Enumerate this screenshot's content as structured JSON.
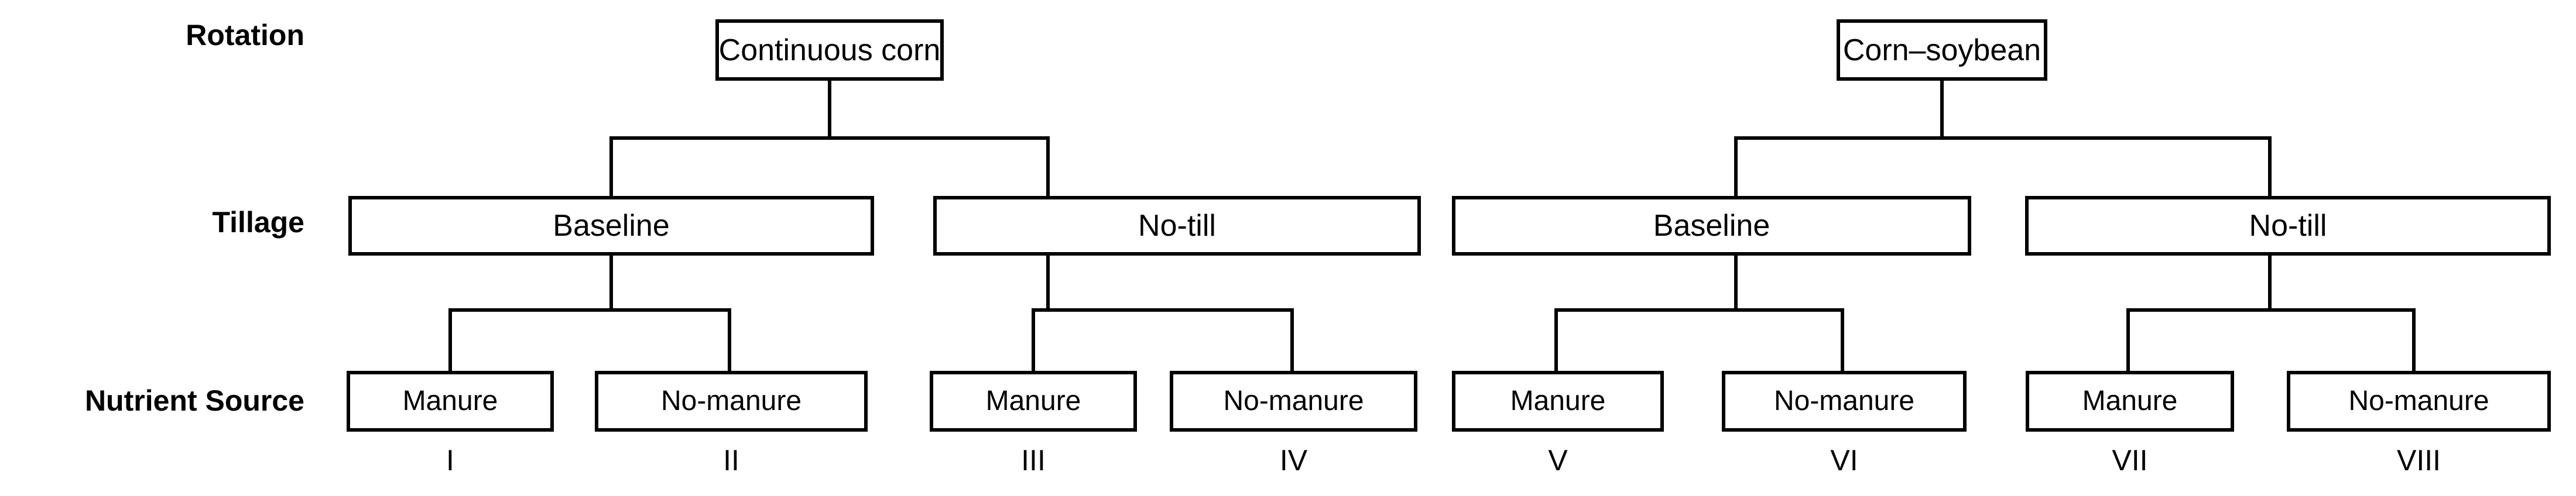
{
  "figure": {
    "type": "factorial-treatment-design-tree",
    "row_labels": [
      {
        "id": "rotation",
        "label": "Rotation"
      },
      {
        "id": "tillage",
        "label": "Tillage"
      },
      {
        "id": "nutrient-source",
        "label": "Nutrient Source"
      }
    ],
    "levels": {
      "rotation": [
        {
          "id": "continuous-corn",
          "label": "Continuous corn"
        },
        {
          "id": "corn-soybean",
          "label": "Corn–soybean"
        }
      ],
      "tillage": [
        {
          "id": "cc-baseline",
          "label": "Baseline",
          "parent": "continuous-corn"
        },
        {
          "id": "cc-no-till",
          "label": "No-till",
          "parent": "continuous-corn"
        },
        {
          "id": "cs-baseline",
          "label": "Baseline",
          "parent": "corn-soybean"
        },
        {
          "id": "cs-no-till",
          "label": "No-till",
          "parent": "corn-soybean"
        }
      ],
      "nutrient_source": [
        {
          "id": "ns-1",
          "label": "Manure",
          "parent": "cc-baseline",
          "treatment": "I"
        },
        {
          "id": "ns-2",
          "label": "No-manure",
          "parent": "cc-baseline",
          "treatment": "II"
        },
        {
          "id": "ns-3",
          "label": "Manure",
          "parent": "cc-no-till",
          "treatment": "III"
        },
        {
          "id": "ns-4",
          "label": "No-manure",
          "parent": "cc-no-till",
          "treatment": "IV"
        },
        {
          "id": "ns-5",
          "label": "Manure",
          "parent": "cs-baseline",
          "treatment": "V"
        },
        {
          "id": "ns-6",
          "label": "No-manure",
          "parent": "cs-baseline",
          "treatment": "VI"
        },
        {
          "id": "ns-7",
          "label": "Manure",
          "parent": "cs-no-till",
          "treatment": "VII"
        },
        {
          "id": "ns-8",
          "label": "No-manure",
          "parent": "cs-no-till",
          "treatment": "VIII"
        }
      ]
    },
    "colors": {
      "background": "#ffffff",
      "stroke": "#000000",
      "text": "#000000"
    }
  }
}
